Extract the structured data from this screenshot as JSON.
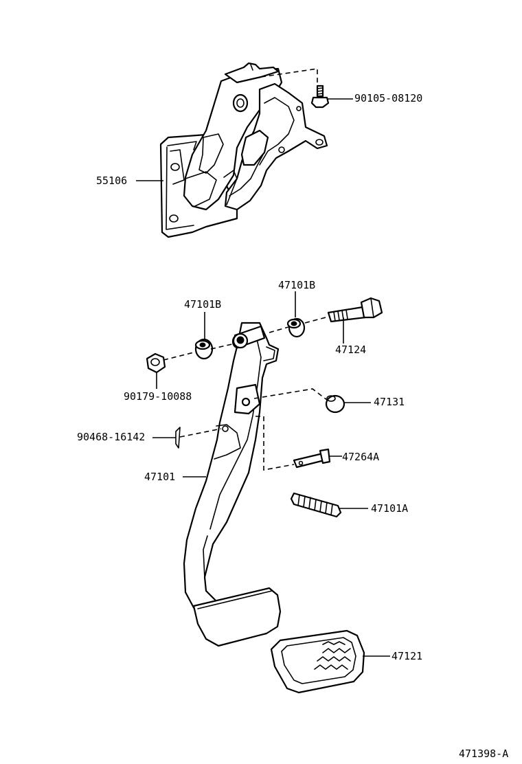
{
  "diagram": {
    "parts": [
      {
        "id": "bracket",
        "label": "55106"
      },
      {
        "id": "bolt_top",
        "label": "90105-08120"
      },
      {
        "id": "bushing_left",
        "label": "47101B"
      },
      {
        "id": "bushing_right",
        "label": "47101B"
      },
      {
        "id": "pivot_bolt",
        "label": "47124"
      },
      {
        "id": "nut",
        "label": "90179-10088"
      },
      {
        "id": "stopper_cushion",
        "label": "47131"
      },
      {
        "id": "clip",
        "label": "90468-16142"
      },
      {
        "id": "clevis_pin",
        "label": "47264A"
      },
      {
        "id": "pedal_arm",
        "label": "47101"
      },
      {
        "id": "return_spring",
        "label": "47101A"
      },
      {
        "id": "pedal_pad",
        "label": "47121"
      }
    ],
    "figure_code": "471398-A"
  }
}
